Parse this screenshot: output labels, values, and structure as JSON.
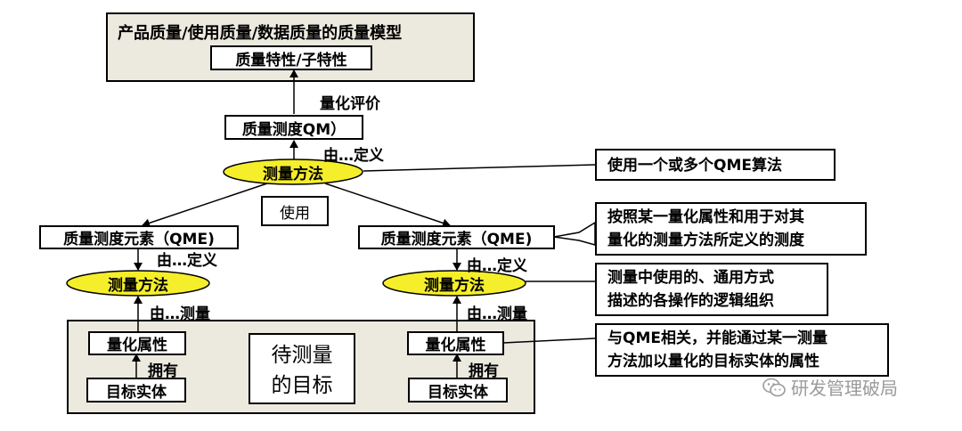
{
  "top_model": {
    "title": "产品质量/使用质量/数据质量的质量模型",
    "inner": "质量特性/子特性"
  },
  "qm": "质量测度QM）",
  "qme_left": "质量测度元素（QME)",
  "qme_right": "质量测度元素（QME)",
  "methods": {
    "top": "测量方法",
    "left": "测量方法",
    "right": "测量方法"
  },
  "use_box": "使用",
  "edges": {
    "quantify": "量化评价",
    "defined_top": "由…定义",
    "defined_left": "由…定义",
    "defined_right": "由…定义",
    "measured_left": "由…测量",
    "measured_right": "由…测量",
    "has_left": "拥有",
    "has_right": "拥有"
  },
  "bottom": {
    "attr_left": "量化属性",
    "entity_left": "目标实体",
    "attr_right": "量化属性",
    "entity_right": "目标实体",
    "target_line1": "待测量",
    "target_line2": "的目标"
  },
  "notes": {
    "n1": "使用一个或多个QME算法",
    "n2_line1": "按照某一量化属性和用于对其",
    "n2_line2": "量化的测量方法所定义的测度",
    "n3_line1": "测量中使用的、通用方式",
    "n3_line2": "描述的各操作的逻辑组织",
    "n4_line1": "与QME相关，并能通过某一测量",
    "n4_line2": "方法加以量化的目标实体的属性"
  },
  "watermark": "研发管理破局",
  "colors": {
    "ellipse_fill": "#f5ee2a",
    "panel_fill": "#ece9df",
    "watermark": "#9a9a9a"
  }
}
